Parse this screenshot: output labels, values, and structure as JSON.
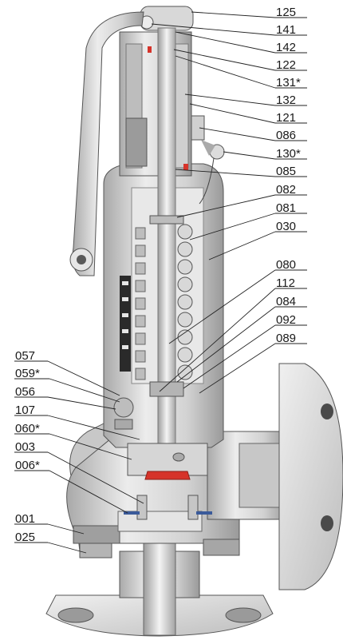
{
  "diagram": {
    "colors": {
      "metal_light": "#e6e6e6",
      "metal_mid": "#c9c9c9",
      "metal_dark": "#8f8f8f",
      "outline": "#555555",
      "seal_red": "#d6332a",
      "gasket_blue": "#3a5a9a"
    },
    "right_labels": [
      "125",
      "141",
      "142",
      "122",
      "131*",
      "132",
      "121",
      "086",
      "130*",
      "085",
      "082",
      "081",
      "030",
      "080",
      "112",
      "084",
      "092",
      "089"
    ],
    "left_labels": [
      "057",
      "059*",
      "056",
      "107",
      "060*",
      "003",
      "006*",
      "001",
      "025"
    ]
  }
}
